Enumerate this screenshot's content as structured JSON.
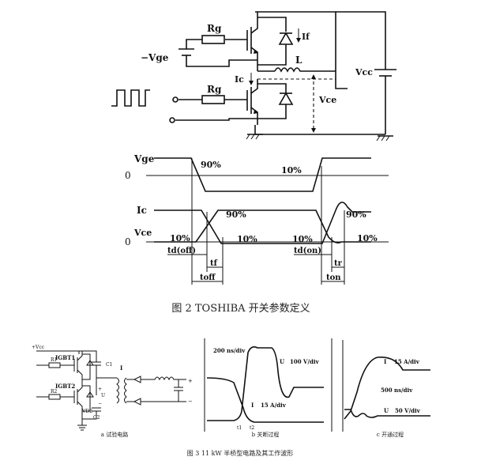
{
  "fig2": {
    "circuit": {
      "rg_top": "Rg",
      "rg_bottom": "Rg",
      "vge_source": "−Vge",
      "if_label": "If",
      "ic_label": "Ic",
      "inductor": "L",
      "vce_label": "Vce",
      "vcc_label": "Vcc"
    },
    "timing": {
      "vge_axis": "Vge",
      "zero_top": "0",
      "ic_axis": "Ic",
      "zero_bottom": "0",
      "vce_axis": "Vce",
      "p90_vge": "90%",
      "p10_vge": "10%",
      "p90_ic_off": "90%",
      "p90_ic_on": "90%",
      "p10_vce_left": "10%",
      "p10_ic_off": "10%",
      "p10_ic_on": "10%",
      "p10_vce_right": "10%",
      "td_off": "td(off)",
      "tf": "tf",
      "toff": "toff",
      "td_on": "td(on)",
      "tr": "tr",
      "ton": "ton"
    },
    "caption": "图 2   TOSHIBA 开关参数定义"
  },
  "fig3": {
    "circuit": {
      "vcc": "+Vcc",
      "igbt1": "IGBT1",
      "igbt2": "IGBT2",
      "r1": "R1",
      "r2": "R2",
      "vd": "VD2",
      "c1": "C1",
      "c2": "C2",
      "u": "U",
      "i": "I",
      "plus": "+",
      "minus": "−",
      "caption": "a 试验电路"
    },
    "turnoff": {
      "time_div": "200 ns/div",
      "u_label": "U",
      "u_div": "100 V/div",
      "i_label": "I",
      "i_div": "15 A/div",
      "t1": "t1",
      "t2": "t2",
      "caption": "b 关断过程"
    },
    "turnon": {
      "i_label": "I",
      "i_div": "15 A/div",
      "time_div": "500 ns/div",
      "u_label": "U",
      "u_div": "50 V/div",
      "caption": "c 开通过程"
    },
    "caption": "图 3   11 kW 半桥型电路及其工作波形"
  }
}
